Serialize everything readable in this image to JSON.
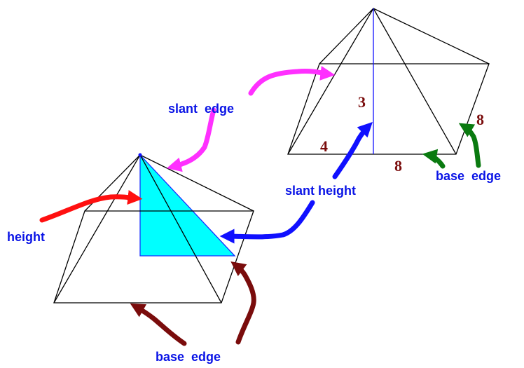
{
  "labels": {
    "slant_edge": "slant  edge",
    "slant_height": "slant height",
    "height": "height",
    "base_edge_top": "base  edge",
    "base_edge_bottom": "base  edge"
  },
  "dimensions": {
    "height_value": "3",
    "half_base_value": "4",
    "base_front_value": "8",
    "base_side_value": "8"
  },
  "colors": {
    "label_text": "#0a14e6",
    "number_text": "#7a0c0c",
    "magenta_arrow": "#ff30ff",
    "blue_arrow": "#1010ff",
    "red_arrow": "#ff1010",
    "green_arrow": "#0a7a10",
    "maroon_arrow": "#7a0c0c",
    "triangle_fill": "#00ffff",
    "triangle_stroke": "#1a30ff",
    "height_line": "#1010ff",
    "pyramid_edges": "#000000"
  }
}
